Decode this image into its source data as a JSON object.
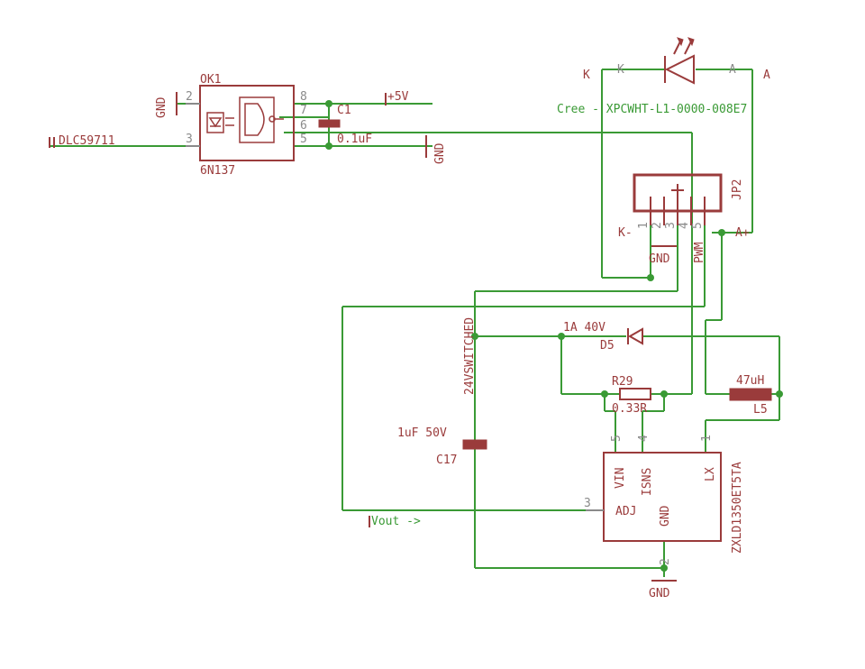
{
  "colors": {
    "wire": "#3a9a35",
    "part": "#9a3b3b",
    "pin": "#8a8a8a",
    "background": "#ffffff"
  },
  "optocoupler": {
    "name": "OK1",
    "value": "6N137",
    "pins": [
      "2",
      "3",
      "8",
      "7",
      "6",
      "5"
    ]
  },
  "capacitor_c1": {
    "name": "C1",
    "value": "0.1uF"
  },
  "led": {
    "value": "Cree - XPCWHT-L1-0000-008E7",
    "k_label": "K",
    "a_label": "A",
    "k_pin": "K",
    "a_pin": "A"
  },
  "connector_jp2": {
    "name": "JP2",
    "pins": [
      "1",
      "2",
      "3",
      "4",
      "5"
    ],
    "k_net": "K-",
    "gnd_net": "GND",
    "pwm_net": "PWM",
    "a_net": "A+"
  },
  "nets": {
    "plus5v": "+5V",
    "gnd": "GND",
    "dl_input": "DLC59711",
    "v24": "24VSWITCHED",
    "vout": "Vout ->"
  },
  "diode_d5": {
    "name": "D5",
    "value": "1A 40V"
  },
  "resistor_r29": {
    "name": "R29",
    "value": "0.33R"
  },
  "inductor_l5": {
    "name": "L5",
    "value": "47uH"
  },
  "capacitor_c17": {
    "name": "C17",
    "value": "1uF 50V"
  },
  "ic_driver": {
    "value": "ZXLD1350ET5TA",
    "pins": {
      "vin": "VIN",
      "isns": "ISNS",
      "lx": "LX",
      "adj": "ADJ",
      "gnd": "GND"
    },
    "pin_numbers": {
      "vin": "5",
      "isns": "4",
      "lx": "1",
      "adj": "3",
      "gnd": "2"
    }
  }
}
